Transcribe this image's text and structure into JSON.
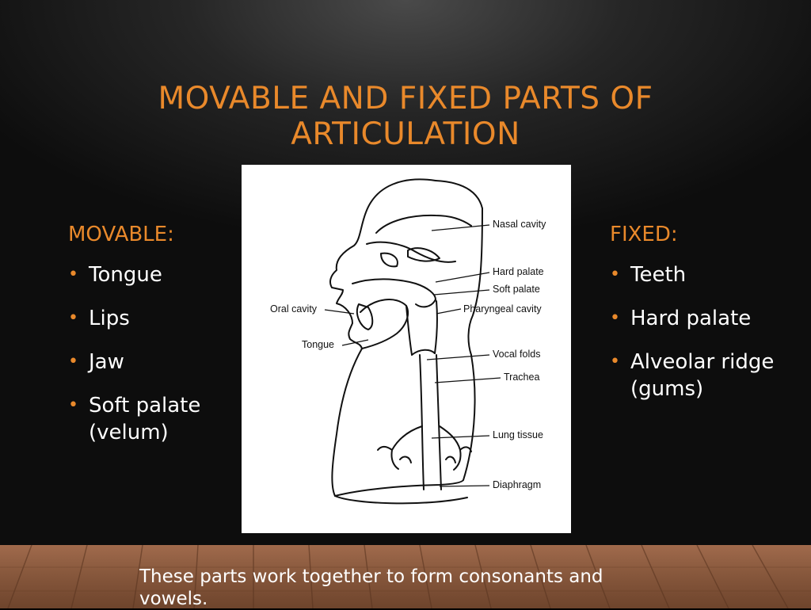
{
  "slide": {
    "title": "MOVABLE AND FIXED PARTS OF ARTICULATION",
    "caption": "These parts work together to form consonants and vowels.",
    "accent_color": "#e9892b"
  },
  "movable": {
    "heading": "MOVABLE:",
    "items": [
      "Tongue",
      "Lips",
      "Jaw",
      "Soft palate (velum)"
    ]
  },
  "fixed": {
    "heading": "FIXED:",
    "items": [
      "Teeth",
      "Hard palate",
      "Alveolar ridge (gums)"
    ]
  },
  "diagram": {
    "labels": {
      "nasal_cavity": "Nasal cavity",
      "hard_palate": "Hard palate",
      "soft_palate": "Soft palate",
      "pharyngeal_cavity": "Pharyngeal cavity",
      "oral_cavity": "Oral cavity",
      "tongue": "Tongue",
      "vocal_folds": "Vocal folds",
      "trachea": "Trachea",
      "lung_tissue": "Lung tissue",
      "diaphragm": "Diaphragm"
    }
  }
}
